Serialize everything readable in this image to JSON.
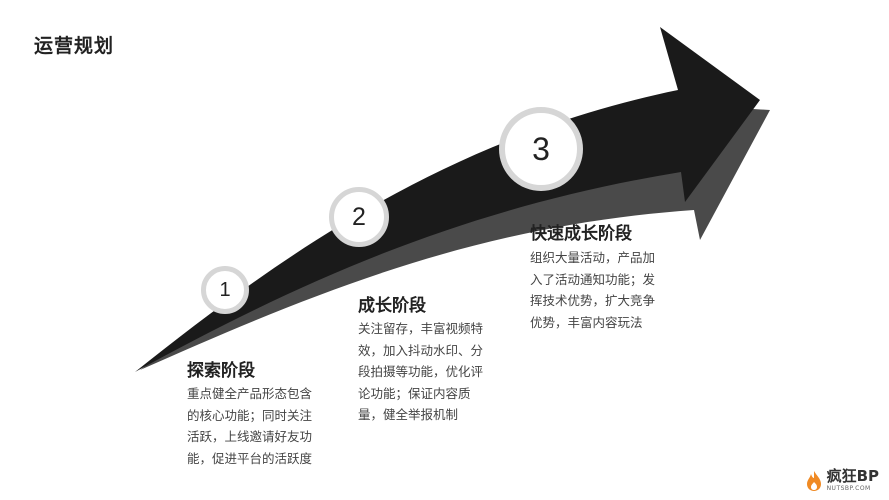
{
  "page": {
    "title": "运营规划"
  },
  "stages": [
    {
      "number": "1",
      "title": "探索阶段",
      "lines": [
        "重点健全产品形态包含",
        "的核心功能；同时关注",
        "活跃，上线邀请好友功",
        "能，促进平台的活跃度"
      ]
    },
    {
      "number": "2",
      "title": "成长阶段",
      "lines": [
        "关注留存，丰富视频特",
        "效，加入抖动水印、分",
        "段拍摄等功能，优化评",
        "论功能；保证内容质",
        "量，健全举报机制"
      ]
    },
    {
      "number": "3",
      "title": "快速成长阶段",
      "lines": [
        "组织大量活动，产品加",
        "入了活动通知功能；发",
        "挥技术优势，扩大竞争",
        "优势，丰富内容玩法"
      ]
    }
  ],
  "brand": {
    "name": "疯狂BP",
    "sub": "NUTSBP.COM"
  },
  "colors": {
    "arrow": "#1a1a1a",
    "arrow_shadow": "#4a4a4a",
    "circle_ring": "#d6d6d6",
    "brand_flame": "#f08a24"
  },
  "icons": {
    "brand_logo": "flame-icon"
  }
}
